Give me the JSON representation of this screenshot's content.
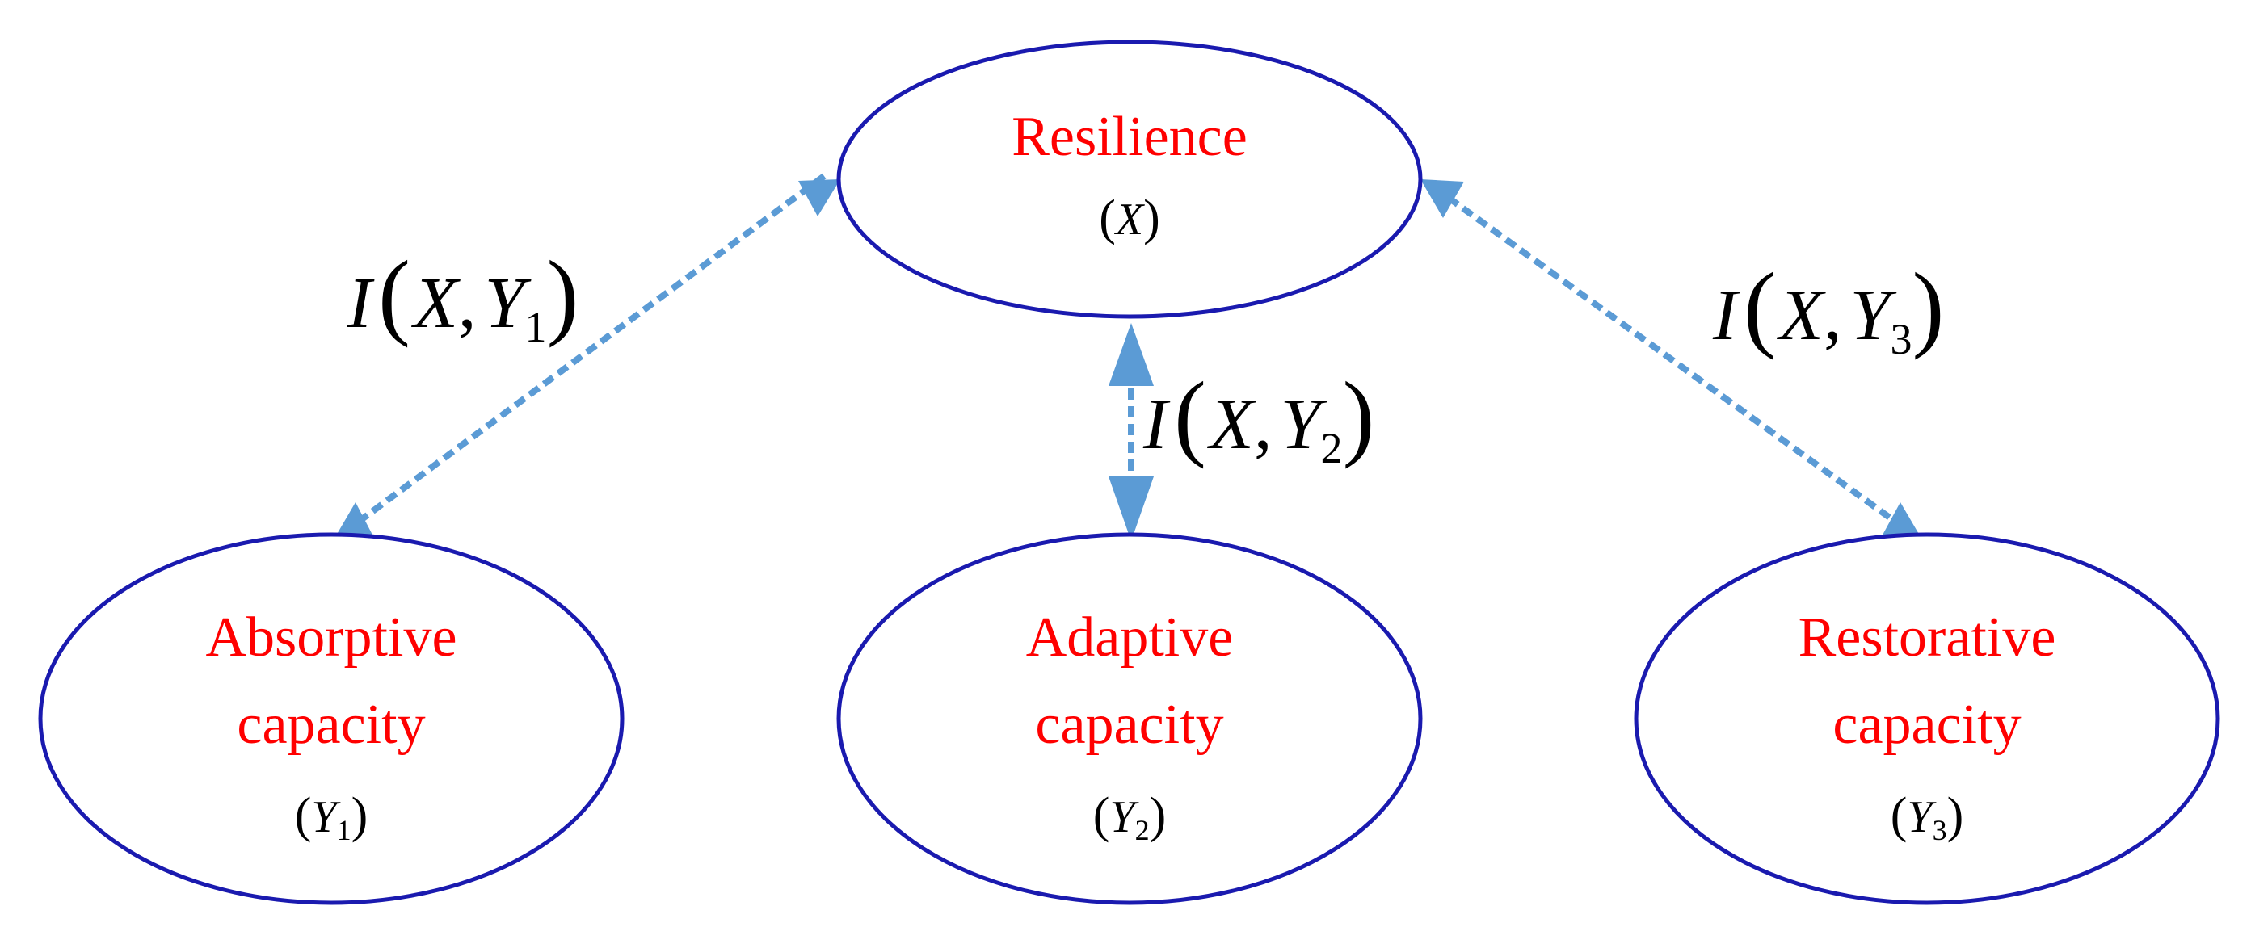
{
  "diagram": {
    "colors": {
      "ellipse_stroke": "#1a1aaf",
      "node_text": "#ff0000",
      "arrow": "#5b9bd5",
      "symbol_text": "#000000"
    },
    "nodes": {
      "resilience": {
        "label": "Resilience",
        "symbol": "X"
      },
      "absorptive": {
        "line1": "Absorptive",
        "line2": "capacity",
        "symbol": "Y",
        "sub": "1"
      },
      "adaptive": {
        "line1": "Adaptive",
        "line2": "capacity",
        "symbol": "Y",
        "sub": "2"
      },
      "restorative": {
        "line1": "Restorative",
        "line2": "capacity",
        "symbol": "Y",
        "sub": "3"
      }
    },
    "edges": {
      "e1": {
        "func": "I",
        "a": "X",
        "b": "Y",
        "sub": "1",
        "comma": ","
      },
      "e2": {
        "func": "I",
        "a": "X",
        "b": "Y",
        "sub": "2",
        "comma": ","
      },
      "e3": {
        "func": "I",
        "a": "X",
        "b": "Y",
        "sub": "3",
        "comma": ","
      }
    }
  }
}
